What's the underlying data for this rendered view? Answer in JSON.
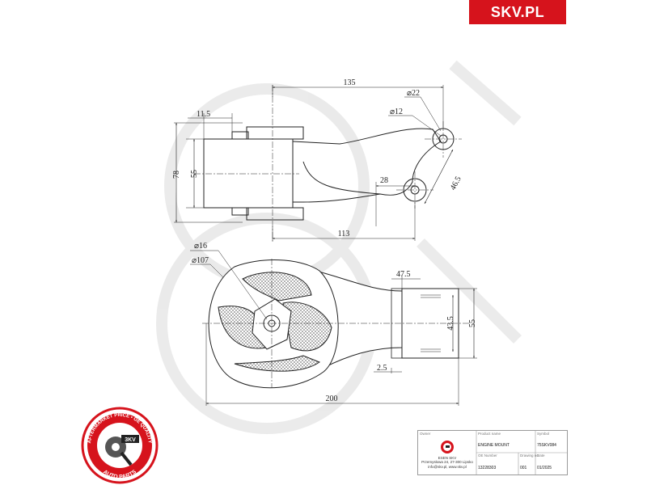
{
  "brand": {
    "logo_text": "SKV.PL",
    "color": "#d6131c"
  },
  "drawing": {
    "top_view": {
      "dims": {
        "len_135": "135",
        "dia_22": "⌀22",
        "dia_12": "⌀12",
        "d_11_5": "11.5",
        "h_78": "78",
        "h_55": "55",
        "d_28": "28",
        "d_46_5": "46.5",
        "len_113": "113"
      }
    },
    "bottom_view": {
      "dims": {
        "dia_16": "⌀16",
        "dia_107": "⌀107",
        "d_47_5": "47.5",
        "h_43_5": "43.5",
        "h_55": "55",
        "d_2_5": "2.5",
        "len_200": "200"
      }
    }
  },
  "seal": {
    "ring_text": "AFTERMARKET PRICE • OE QUALITY",
    "badge": "3KV",
    "bottom_text": "AUTO PARTS",
    "color": "#d6131c"
  },
  "title_block": {
    "label_owner": "Owner",
    "company_name": "ESEN SKV",
    "company_address": "Przemysłowa 24, 27-300 Lipsko",
    "company_web": "info@skv.pl, www.skv.pl",
    "label_product_name": "Product name",
    "product_name": "ENGINE MOUNT",
    "label_symbol": "Symbol",
    "symbol": "75SKV084",
    "label_oe": "OE Number",
    "oe_number": "13228303",
    "label_drawing_no": "Drawing no",
    "drawing_no": "001",
    "label_date": "Date",
    "date": "01/2025"
  }
}
